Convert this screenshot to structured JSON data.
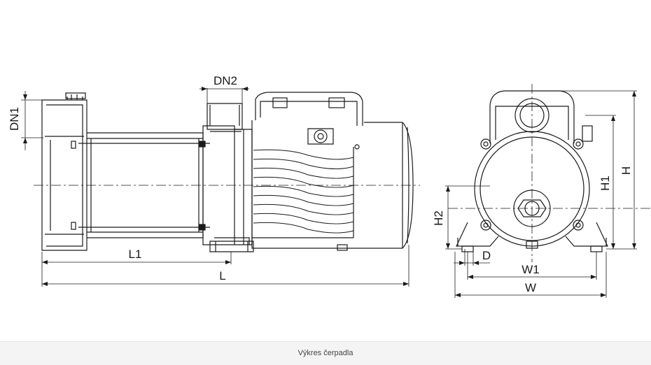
{
  "labels": {
    "dn1": "DN1",
    "dn2": "DN2",
    "l1": "L1",
    "l": "L",
    "h": "H",
    "h1": "H1",
    "h2": "H2",
    "d": "D",
    "w1": "W1",
    "w": "W"
  },
  "caption": "Výkres čerpadla"
}
